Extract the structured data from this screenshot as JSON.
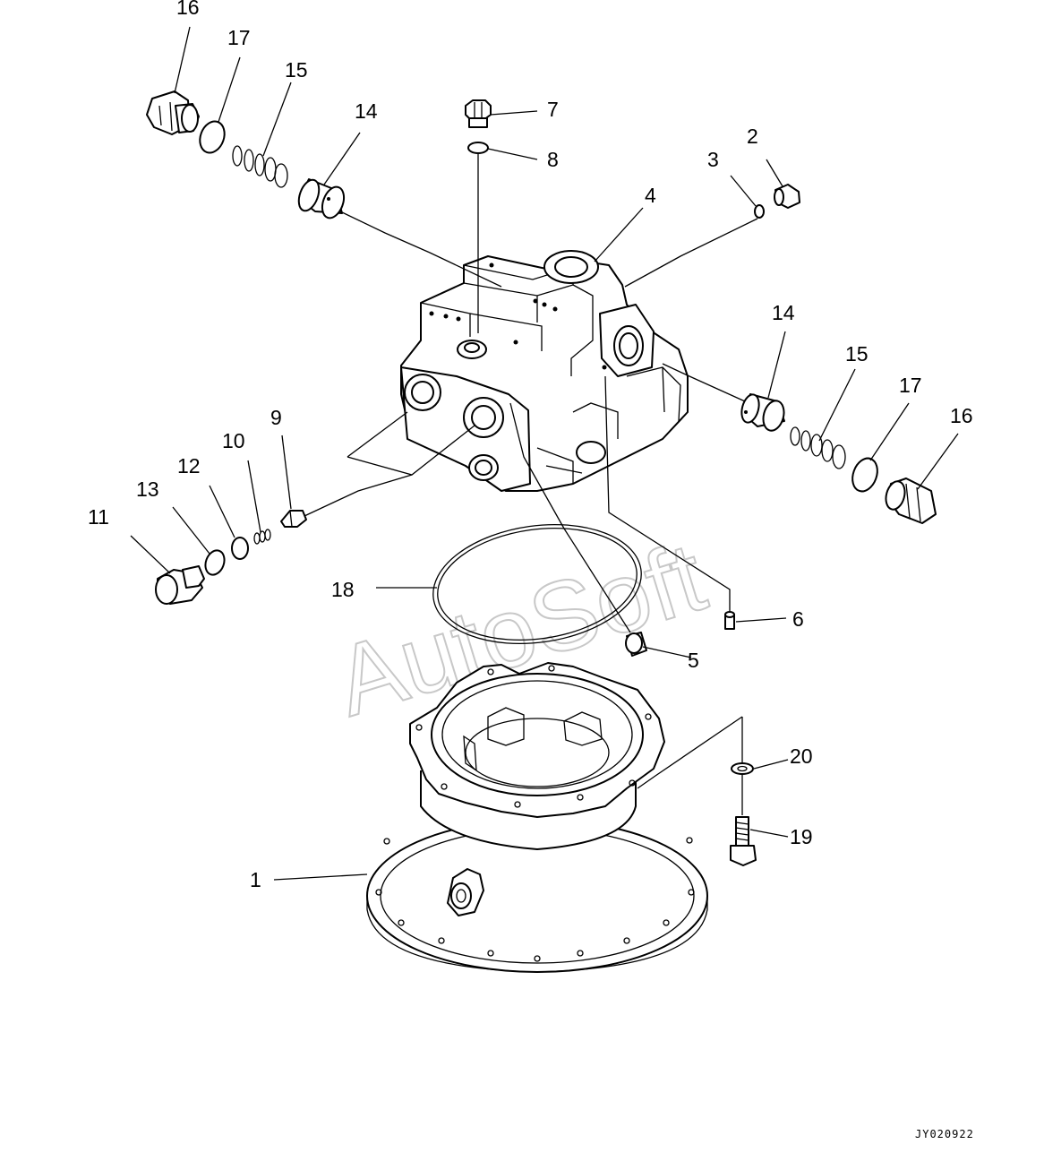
{
  "watermark": "AutoSoft",
  "drawing_id": "JY020922",
  "callouts": [
    "1",
    "2",
    "3",
    "4",
    "5",
    "6",
    "7",
    "8",
    "9",
    "10",
    "11",
    "12",
    "13",
    "14",
    "15",
    "16",
    "17",
    "18",
    "19",
    "20"
  ]
}
